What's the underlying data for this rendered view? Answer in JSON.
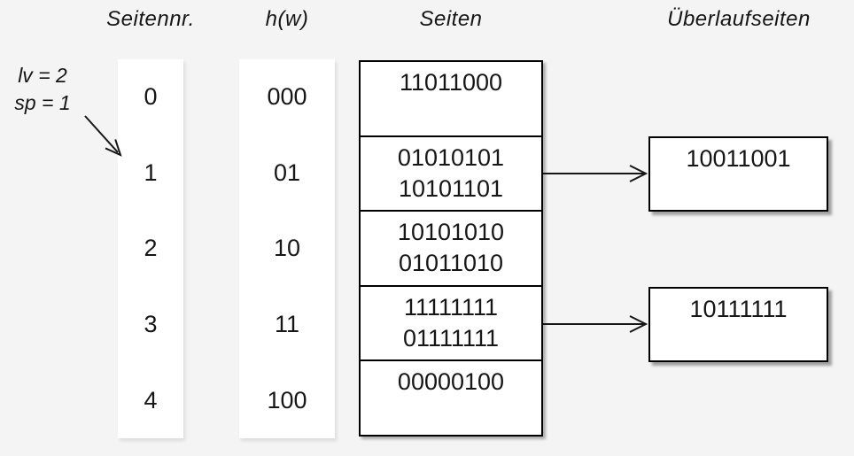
{
  "colors": {
    "background": "#f4f4f4",
    "panel": "#ffffff",
    "line": "#111111",
    "text": "#161616"
  },
  "headers": {
    "seitennr": "Seitennr.",
    "hw": "h(w)",
    "seiten": "Seiten",
    "ueberlaufseiten": "Überlaufseiten"
  },
  "annotation": {
    "line1": "lv = 2",
    "line2": "sp = 1"
  },
  "rows": [
    {
      "nr": "0",
      "hw": "000",
      "entries": [
        "11011000"
      ]
    },
    {
      "nr": "1",
      "hw": "01",
      "entries": [
        "01010101",
        "10101101"
      ],
      "overflow": "10011001"
    },
    {
      "nr": "2",
      "hw": "10",
      "entries": [
        "10101010",
        "01011010"
      ]
    },
    {
      "nr": "3",
      "hw": "11",
      "entries": [
        "11111111",
        "01111111"
      ],
      "overflow": "10111111"
    },
    {
      "nr": "4",
      "hw": "100",
      "entries": [
        "00000100"
      ]
    }
  ]
}
